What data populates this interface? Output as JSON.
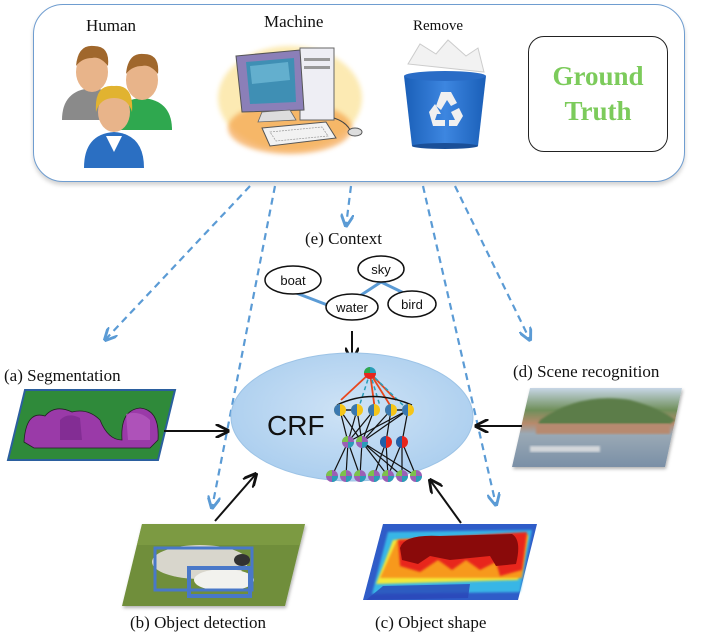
{
  "sources": {
    "human_label": "Human",
    "machine_label": "Machine",
    "remove_label": "Remove",
    "ground_truth_line1": "Ground",
    "ground_truth_line2": "Truth"
  },
  "context": {
    "title": "(e) Context",
    "nodes": [
      "boat",
      "sky",
      "water",
      "bird"
    ],
    "edges": [
      [
        "boat",
        "water"
      ],
      [
        "water",
        "sky"
      ],
      [
        "sky",
        "bird"
      ]
    ]
  },
  "center": {
    "label": "CRF"
  },
  "inputs": {
    "segmentation": "(a) Segmentation",
    "object_detection": "(b) Object detection",
    "object_shape": "(c) Object shape",
    "scene_recognition": "(d) Scene recognition"
  },
  "colors": {
    "panel_border": "#6f9dd0",
    "dashed_arrow": "#5b9bd5",
    "ground_truth_text": "#7ccb5b",
    "crf_fill": "#b9d7f0",
    "context_edge": "#5b9bd5"
  }
}
